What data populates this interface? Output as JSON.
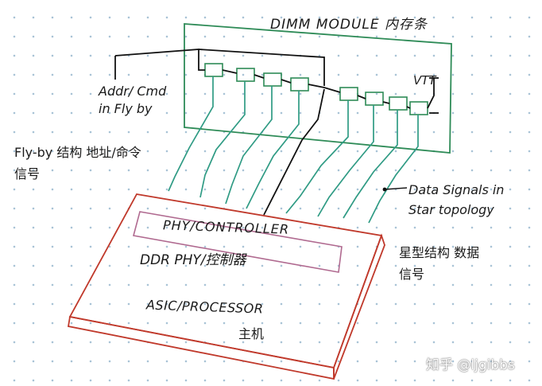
{
  "labels": {
    "dimm_module": "DIMM MODULE 内存条",
    "addr_cmd": "Addr/ Cmd in Fly by",
    "flyby_cn": "Fly-by 结构 地址/命令信号",
    "vtt": "VTT",
    "data_signals": "Data Signals in Star topology",
    "star_cn": "星型结构 数据信号",
    "phy_controller": "PHY/CONTROLLER",
    "ddr_phy": "DDR PHY/控制器",
    "asic_processor": "ASIC/PROCESSOR",
    "host": "主机"
  },
  "watermark": "知乎 @ljgibbs",
  "colors": {
    "dimm_outline": "#2e8b57",
    "data_lines": "#2f9b84",
    "asic_outline": "#c0392b",
    "controller_outline": "#b06a90",
    "addr_bus": "#111111"
  },
  "dram_chip_count": 8
}
